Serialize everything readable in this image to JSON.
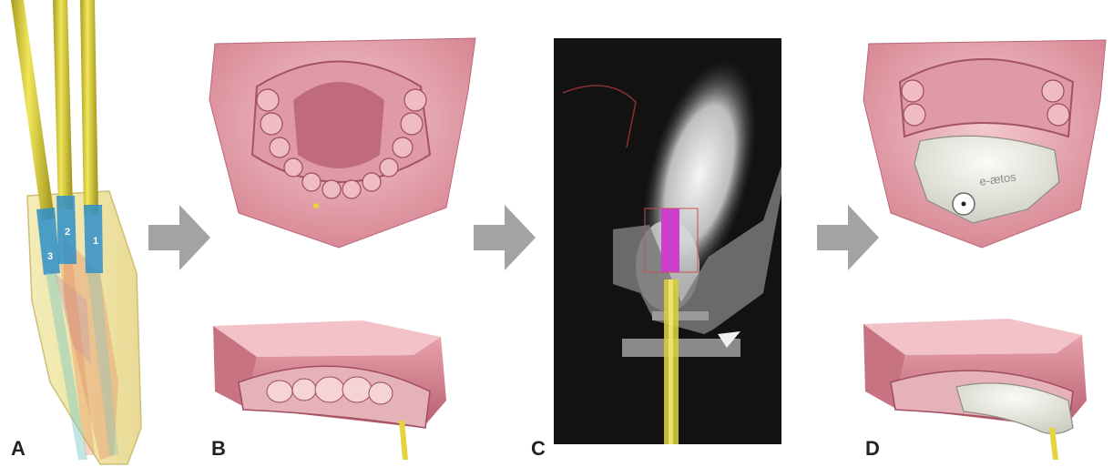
{
  "panels": {
    "a": {
      "letter": "A",
      "markers": [
        "1",
        "2",
        "3"
      ]
    },
    "b": {
      "letter": "B"
    },
    "c": {
      "letter": "C"
    },
    "d": {
      "letter": "D",
      "guide_text": "e-ætos"
    }
  },
  "colors": {
    "gum_pink": "#d98c98",
    "gum_light": "#f0c4c9",
    "drill_yellow": "#d8cc3a",
    "drill_blue": "#2f8fc9",
    "guide_white": "#e8e8e2",
    "arrow_gray": "#a3a3a3",
    "magenta": "#cc3fcf",
    "ct_bg": "#121212"
  }
}
